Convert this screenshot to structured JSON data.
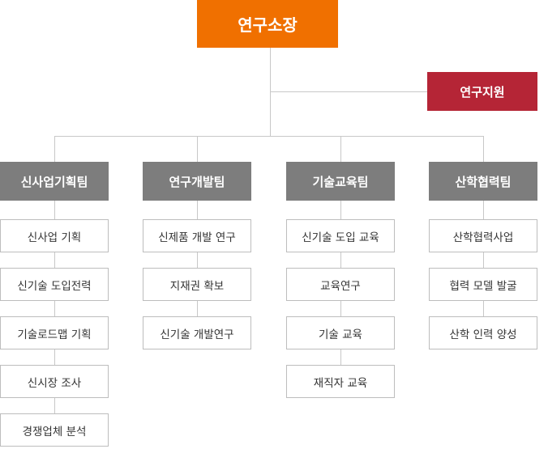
{
  "top": {
    "label": "연구소장"
  },
  "support": {
    "label": "연구지원"
  },
  "teams": [
    {
      "label": "신사업기획팀",
      "items": [
        "신사업 기획",
        "신기술 도입전력",
        "기술로드맵 기획",
        "신시장 조사",
        "경쟁업체 분석"
      ]
    },
    {
      "label": "연구개발팀",
      "items": [
        "신제품 개발 연구",
        "지재권 확보",
        "신기술 개발연구"
      ]
    },
    {
      "label": "기술교육팀",
      "items": [
        "신기술 도입 교육",
        "교육연구",
        "기술 교육",
        "재직자 교육"
      ]
    },
    {
      "label": "산학협력팀",
      "items": [
        "산학협력사업",
        "협력 모델 발굴",
        "산학 인력 양성"
      ]
    }
  ],
  "colors": {
    "top": "#f07000",
    "support": "#b52536",
    "team": "#7d7d7d",
    "line": "#c8c8c8"
  }
}
